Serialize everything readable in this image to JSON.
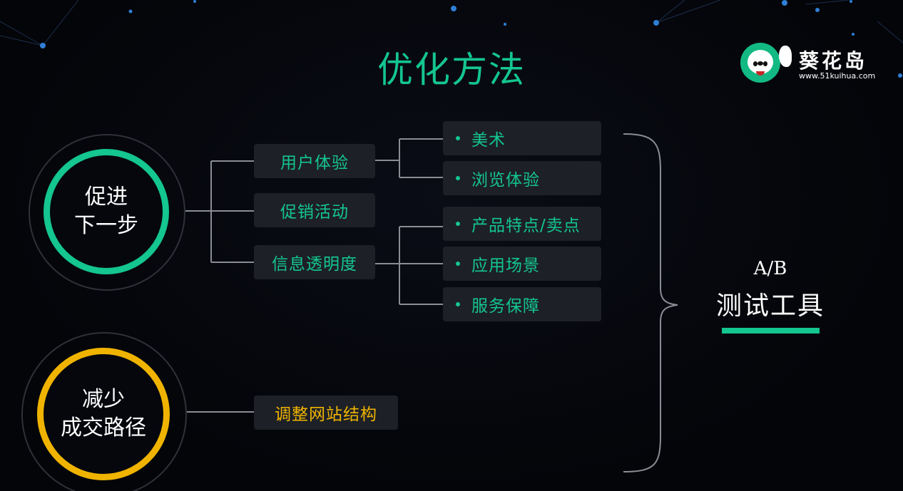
{
  "title": "优化方法",
  "logo": {
    "name": "葵花岛",
    "url": "www.51kuihua.com"
  },
  "colors": {
    "accent_green": "#14c68f",
    "accent_yellow": "#f0b400",
    "box_bg": "#1d2026",
    "connector": "#8a8d93"
  },
  "goals": [
    {
      "line1": "促进",
      "line2": "下一步",
      "ring_color": "#14c68f"
    },
    {
      "line1": "减少",
      "line2": "成交路径",
      "ring_color": "#f0b400"
    }
  ],
  "methods": [
    {
      "label": "用户体验"
    },
    {
      "label": "促销活动"
    },
    {
      "label": "信息透明度"
    },
    {
      "label": "调整网站结构"
    }
  ],
  "details": [
    {
      "label": "美术"
    },
    {
      "label": "浏览体验"
    },
    {
      "label": "产品特点/卖点"
    },
    {
      "label": "应用场景"
    },
    {
      "label": "服务保障"
    }
  ],
  "result": {
    "line1": "A/B",
    "line2": "测试工具"
  }
}
